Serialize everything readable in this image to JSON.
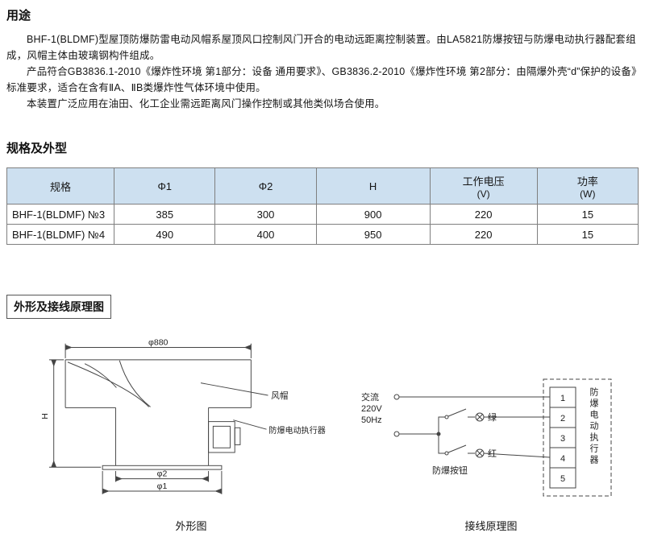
{
  "sections": {
    "usage": {
      "heading": "用途",
      "paragraphs": [
        "BHF-1(BLDMF)型屋顶防爆防雷电动风帽系屋顶风口控制风门开合的电动远距离控制装置。由LA5821防爆按钮与防爆电动执行器配套组成，风帽主体由玻璃钢构件组成。",
        "产品符合GB3836.1-2010《爆炸性环境 第1部分：设备 通用要求》、GB3836.2-2010《爆炸性环境 第2部分：由隔爆外壳“d”保护的设备》标准要求，适合在含有ⅡA、ⅡB类爆炸性气体环境中使用。",
        "本装置广泛应用在油田、化工企业需远距离风门操作控制或其他类似场合使用。"
      ]
    },
    "specs": {
      "heading": "规格及外型",
      "table": {
        "header_bg": "#cde0f0",
        "border_color": "#7f7f7f",
        "headers": [
          {
            "t1": "规格",
            "t2": ""
          },
          {
            "t1": "Φ1",
            "t2": ""
          },
          {
            "t1": "Φ2",
            "t2": ""
          },
          {
            "t1": "H",
            "t2": ""
          },
          {
            "t1": "工作电压",
            "t2": "(V)"
          },
          {
            "t1": "功率",
            "t2": "(W)"
          }
        ],
        "rows": [
          [
            "BHF-1(BLDMF) №3",
            "385",
            "300",
            "900",
            "220",
            "15"
          ],
          [
            "BHF-1(BLDMF) №4",
            "490",
            "400",
            "950",
            "220",
            "15"
          ]
        ]
      }
    },
    "drawings": {
      "heading": "外形及接线原理图",
      "outline": {
        "caption": "外形图",
        "labels": {
          "dia_top": "φ880",
          "height": "H",
          "wind_cap": "风帽",
          "actuator": "防爆电动执行器",
          "dia2": "φ2",
          "dia1": "φ1"
        }
      },
      "wiring": {
        "caption": "接线原理图",
        "labels": {
          "power": [
            "交流",
            "220V",
            "50Hz"
          ],
          "green": "绿",
          "red": "红",
          "button": "防爆按钮",
          "terminals": [
            "1",
            "2",
            "3",
            "4",
            "5"
          ],
          "actuator_vertical": "防爆电动执行器"
        }
      }
    }
  }
}
